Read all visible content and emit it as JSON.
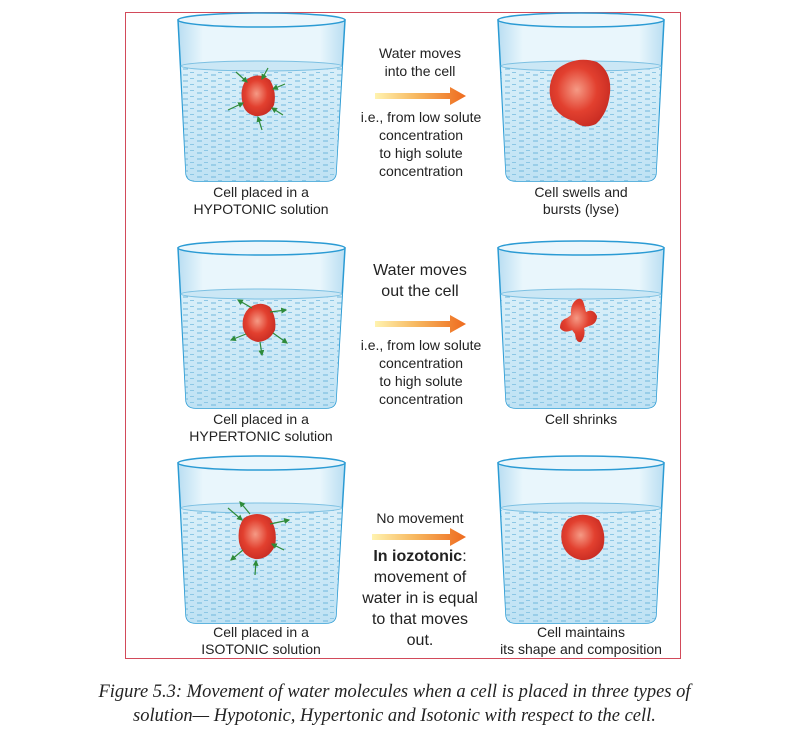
{
  "panels": [
    {
      "left_label": [
        "Cell placed in a",
        "HYPOTONIC solution"
      ],
      "right_label": [
        "Cell swells and",
        "bursts (lyse)"
      ],
      "movement": [
        "Water moves",
        "into the cell"
      ],
      "gradient": [
        "i.e., from low solute",
        "concentration",
        "to high solute",
        "concentration"
      ]
    },
    {
      "left_label": [
        "Cell placed in a",
        "HYPERTONIC solution"
      ],
      "right_label": [
        "Cell shrinks"
      ],
      "movement": [
        "Water moves",
        "out the cell"
      ],
      "gradient": [
        "i.e., from low solute",
        "concentration",
        "to high solute",
        "concentration"
      ]
    },
    {
      "left_label": [
        "Cell placed in a",
        "ISOTONIC solution"
      ],
      "right_label": [
        "Cell maintains",
        "its shape and composition"
      ],
      "movement": [
        "No movement"
      ],
      "note_bold": "In iozotonic",
      "note_rest": ":",
      "note_lines": [
        "movement of",
        "water in is equal",
        "to that moves",
        "out."
      ]
    }
  ],
  "caption": [
    "Figure 5.3: Movement of water molecules when a cell is placed in three types of",
    "solution— Hypotonic, Hypertonic and Isotonic with respect to the cell."
  ],
  "colors": {
    "frame": "#d24a5a",
    "cell": "#e03a30",
    "water": "#cfe9f6",
    "arrow": "#f07a20"
  }
}
